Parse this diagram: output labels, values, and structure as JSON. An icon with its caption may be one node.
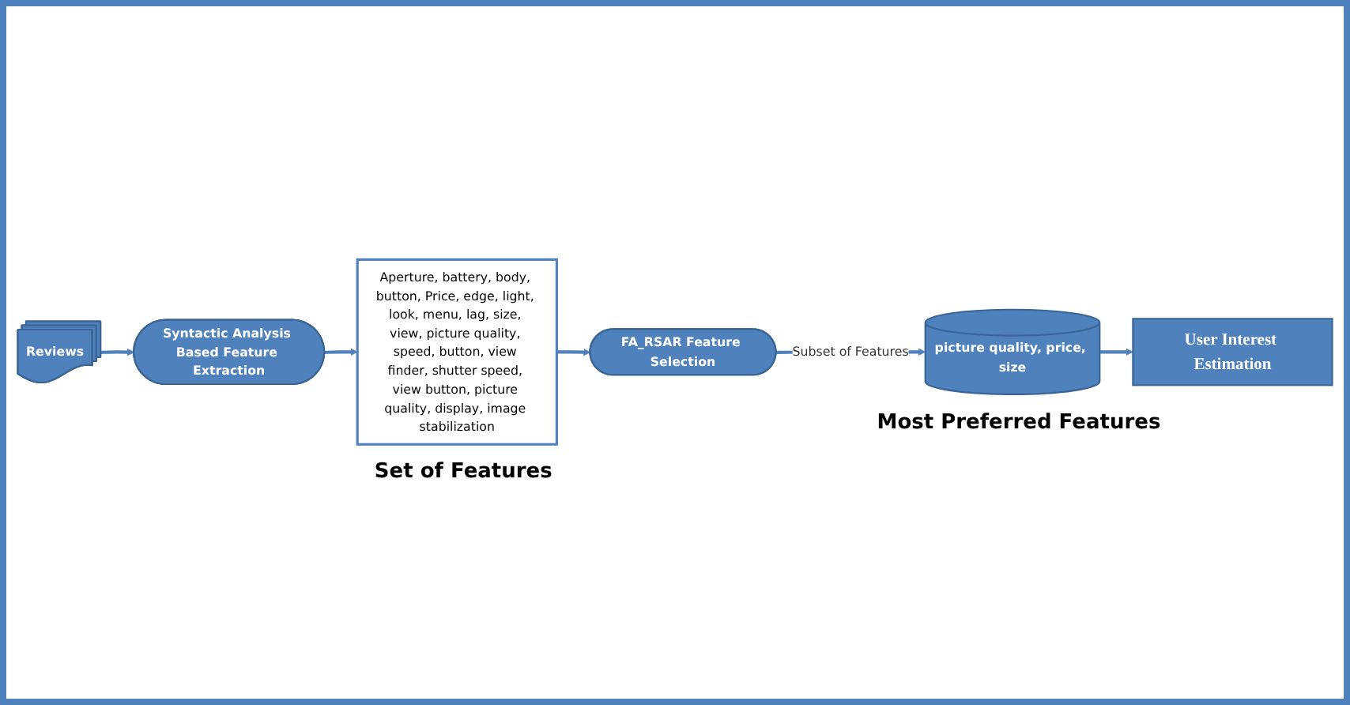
{
  "diagram": {
    "nodes": [
      {
        "text": [
          "Reviews"
        ]
      },
      {
        "text": [
          "Syntactic Analysis Based Feature Extraction"
        ]
      },
      {
        "text": [
          "Aperture, battery, body, button, Price, edge, light, look, menu, lag, size, view, picture quality, speed, button, view finder, shutter speed, view button, picture quality, display, image stabilization"
        ],
        "beside": [
          "Set of Features"
        ]
      },
      {
        "text": [
          "FA_RSAR Feature Selection"
        ]
      },
      {
        "text": [
          "picture quality, price, size"
        ],
        "beside": [
          "Most Preferred Features"
        ]
      },
      {
        "text": [
          "User Interest Estimation"
        ]
      }
    ],
    "edges": [
      {
        "from": 0,
        "to": 1,
        "arrow": "to"
      },
      {
        "from": 1,
        "to": 2,
        "arrow": "to"
      },
      {
        "from": 2,
        "to": 3,
        "arrow": "to"
      },
      {
        "from": 3,
        "to": 4,
        "arrow": "to",
        "label": "Subset of Features"
      },
      {
        "from": 4,
        "to": 5,
        "arrow": "to"
      }
    ]
  }
}
